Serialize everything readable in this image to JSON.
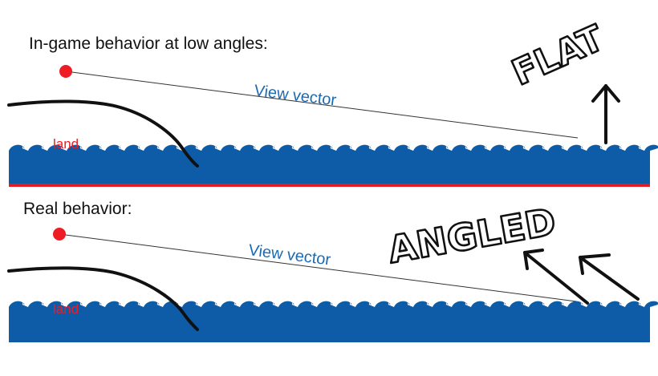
{
  "colors": {
    "water": "#0e5ca8",
    "eye": "#ee1c25",
    "land_label": "#ee1c25",
    "vector_label": "#1b6ab3",
    "ink": "#111111",
    "separator": "#e31b23"
  },
  "panels": [
    {
      "id": "top",
      "heading": "In-game behavior at low angles:",
      "vector_label": "View vector",
      "land_label": "land",
      "annotation": "FLAT",
      "icons": [
        "eye-point-icon",
        "up-arrow-icon"
      ]
    },
    {
      "id": "bottom",
      "heading": "Real behavior:",
      "vector_label": "View vector",
      "land_label": "land",
      "annotation": "ANGLED",
      "icons": [
        "eye-point-icon",
        "diagonal-arrow-icon"
      ]
    }
  ]
}
